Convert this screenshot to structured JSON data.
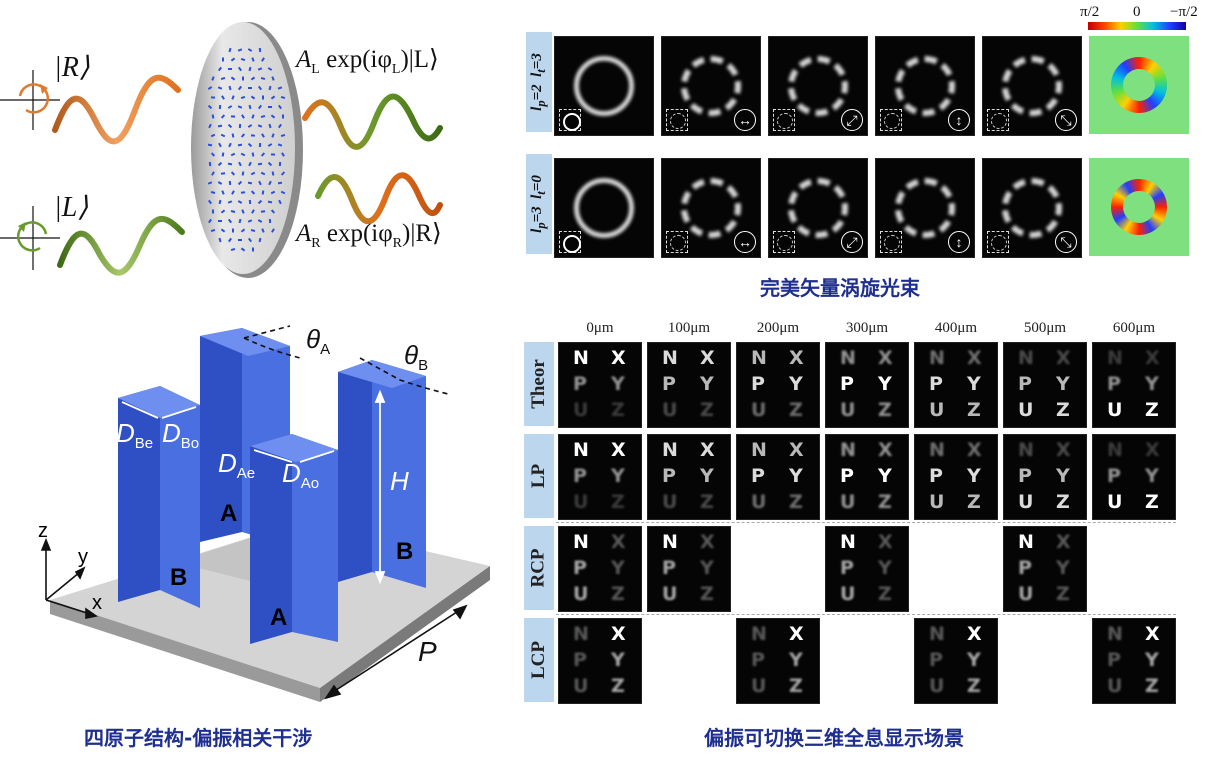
{
  "top_left": {
    "ket_r": "|R⟩",
    "ket_l": "|L⟩",
    "output_top_amp": "A",
    "output_top_sub": "L",
    "output_top_expr": "exp(iφ",
    "output_top_sub2": "L",
    "output_top_ket": ")|L⟩",
    "output_bottom_amp": "A",
    "output_bottom_sub": "R",
    "output_bottom_expr": "exp(iφ",
    "output_bottom_sub2": "R",
    "output_bottom_ket": ")|R⟩"
  },
  "structure": {
    "labels": {
      "theta_a": "θ",
      "theta_a_sub": "A",
      "theta_b": "θ",
      "theta_b_sub": "B",
      "d_be": "D",
      "d_be_sub": "Be",
      "d_bo": "D",
      "d_bo_sub": "Bo",
      "d_ae": "D",
      "d_ae_sub": "Ae",
      "d_ao": "D",
      "d_ao_sub": "Ao",
      "h": "H",
      "p": "P",
      "pillar_a1": "A",
      "pillar_a2": "A",
      "pillar_b1": "B",
      "pillar_b2": "B",
      "axis_z": "z",
      "axis_y": "y",
      "axis_x": "x"
    },
    "caption": "四原子结构-偏振相关干涉"
  },
  "vortex": {
    "colorbar_labels": [
      "π/2",
      "0",
      "−π/2"
    ],
    "rows": [
      {
        "lp": "l",
        "lp_sub": "p",
        "lp_val": "=2",
        "lt": "l",
        "lt_sub": "t",
        "lt_val": "=3"
      },
      {
        "lp": "l",
        "lp_sub": "p",
        "lp_val": "=3",
        "lt": "l",
        "lt_sub": "t",
        "lt_val": "=0"
      }
    ],
    "arrows": [
      "↔",
      "⤢",
      "↕",
      "⤡"
    ],
    "caption": "完美矢量涡旋光束"
  },
  "hologram": {
    "columns": [
      "0μm",
      "100μm",
      "200μm",
      "300μm",
      "400μm",
      "500μm",
      "600μm"
    ],
    "rows": [
      "Theor",
      "LP",
      "RCP",
      "LCP"
    ],
    "letters": [
      "N",
      "X",
      "P",
      "Y",
      "U",
      "Z"
    ],
    "caption": "偏振可切换三维全息显示场景"
  },
  "colors": {
    "caption": "#1f2f8f",
    "pillar_front": "#4a6fe0",
    "pillar_side": "#2f4fc4",
    "row_label_bg": "#bcd6ee",
    "rcp_wave": "#e07a2c",
    "lcp_wave": "#6a9a2c"
  }
}
